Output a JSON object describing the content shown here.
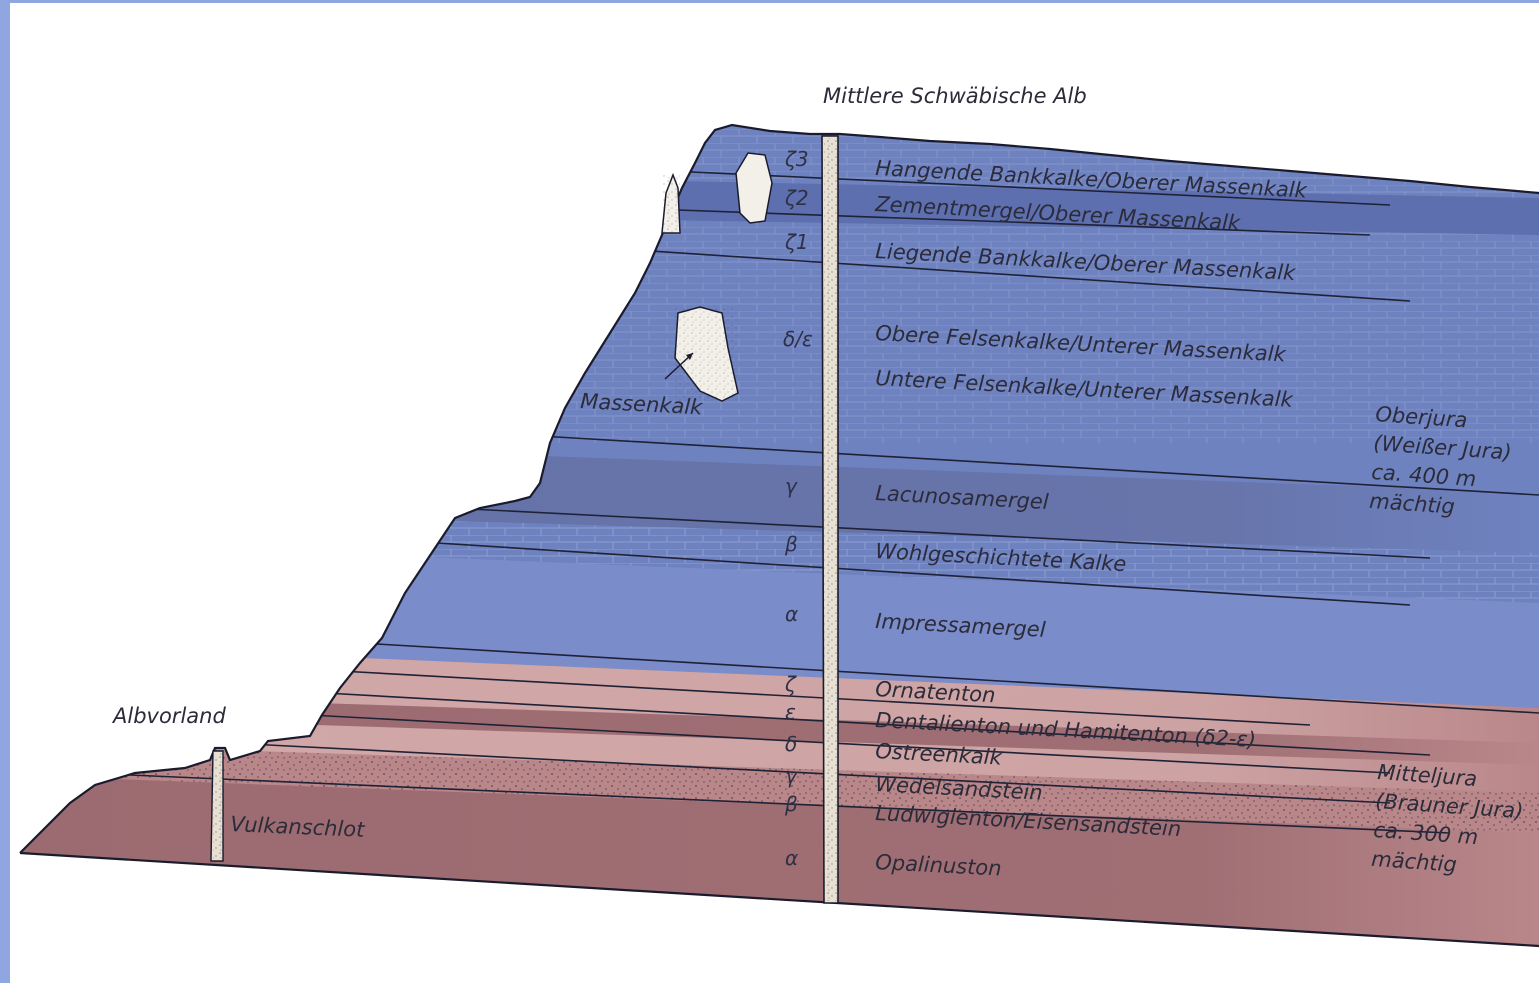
{
  "title": "Mittlere Schwäbische Alb",
  "place_labels": {
    "foreland": "Albvorland",
    "volcano": "Vulkanschlot",
    "reef": "Massenkalk"
  },
  "layers": [
    {
      "symbol": "ζ3",
      "name": "Hangende Bankkalke/Oberer Massenkalk"
    },
    {
      "symbol": "ζ2",
      "name": "Zementmergel/Oberer Massenkalk"
    },
    {
      "symbol": "ζ1",
      "name": "Liegende Bankkalke/Oberer Massenkalk"
    },
    {
      "symbol": "δ/ε",
      "name": "Obere Felsenkalke/Unterer Massenkalk"
    },
    {
      "symbol": "",
      "name": "Untere Felsenkalke/Unterer Massenkalk"
    },
    {
      "symbol": "γ",
      "name": "Lacunosamergel"
    },
    {
      "symbol": "β",
      "name": "Wohlgeschichtete Kalke"
    },
    {
      "symbol": "α",
      "name": "Impressamergel"
    },
    {
      "symbol": "ζ",
      "name": "Ornatenton"
    },
    {
      "symbol": "ε",
      "name": "Dentalienton und Hamitenton (δ2-ε)"
    },
    {
      "symbol": "δ",
      "name": "Ostreenkalk"
    },
    {
      "symbol": "γ",
      "name": "Wedelsandstein"
    },
    {
      "symbol": "β",
      "name": "Ludwigienton/Eisensandstein"
    },
    {
      "symbol": "α",
      "name": "Opalinuston"
    }
  ],
  "groups": {
    "upper": [
      "Oberjura",
      "(Weißer Jura)",
      "ca. 400 m",
      "mächtig"
    ],
    "middle": [
      "Mitteljura",
      "(Brauner Jura)",
      "ca. 300 m",
      "mächtig"
    ]
  },
  "colors": {
    "white_jura": "#6f82c0",
    "brown_jura": "#b9878a",
    "frame": "#8fa6e0"
  }
}
